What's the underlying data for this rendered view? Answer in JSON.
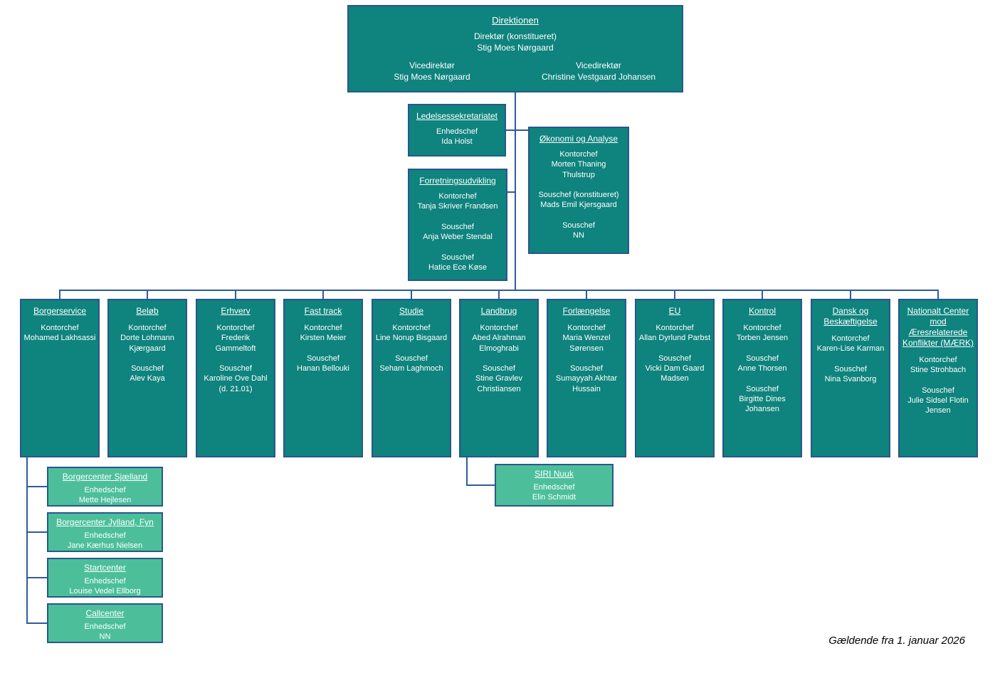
{
  "colors": {
    "primary_teal": "#0f837d",
    "secondary_mint": "#4cbf9a",
    "box_border_blue": "#29578c",
    "connector_blue": "#2e5b9b",
    "box_text": "#ffffff"
  },
  "direktionen": {
    "title": "Direktionen",
    "director": "Direktør (konstitueret)\nStig Moes Nørgaard",
    "vice_left": "Vicedirektør\nStig Moes Nørgaard",
    "vice_right": "Vicedirektør\nChristine Vestgaard Johansen"
  },
  "staff": {
    "ledelsessekretariat": {
      "title": "Ledelsessekretariatet",
      "body": "Enhedschef\nIda Holst"
    },
    "okonomi": {
      "title": "Økonomi og Analyse",
      "body": "Kontorchef\nMorten Thaning\nThulstrup\n\nSouschef (konstitueret)\nMads Emil Kjersgaard\n\nSouschef\nNN"
    },
    "forretningsudvikling": {
      "title": "Forretningsudvikling",
      "body": "Kontorchef\nTanja Skriver Frandsen\n\nSouschef\nAnja Weber Stendal\n\nSouschef\nHatice Ece Køse"
    }
  },
  "departments": [
    {
      "title": "Borgerservice",
      "body": "Kontorchef\nMohamed Lakhsassi"
    },
    {
      "title": "Beløb",
      "body": "Kontorchef\nDorte Lohmann\nKjærgaard\n\nSouschef\nAlev Kaya"
    },
    {
      "title": "Erhverv",
      "body": "Kontorchef\nFrederik\nGammeltoft\n\nSouschef\nKaroline Ove Dahl\n(d. 21.01)"
    },
    {
      "title": "Fast track",
      "body": "Kontorchef\nKirsten Meier\n\nSouschef\nHanan Bellouki"
    },
    {
      "title": "Studie",
      "body": "Kontorchef\nLine Norup Bisgaard\n\nSouschef\nSeham Laghmoch"
    },
    {
      "title": "Landbrug",
      "body": "Kontorchef\nAbed Alrahman\nElmoghrabi\n\nSouschef\nStine Gravlev\nChristiansen"
    },
    {
      "title": "Forlængelse",
      "body": "Kontorchef\nMaria Wenzel\nSørensen\n\nSouschef\nSumayyah Akhtar\nHussain"
    },
    {
      "title": "EU",
      "body": "Kontorchef\nAllan Dyrlund Parbst\n\nSouschef\nVicki Dam Gaard\nMadsen"
    },
    {
      "title": "Kontrol",
      "body": "Kontorchef\nTorben Jensen\n\nSouschef\nAnne Thorsen\n\nSouschef\nBirgitte Dines\nJohansen"
    },
    {
      "title": "Dansk og Beskæftigelse",
      "body": "Kontorchef\nKaren-Lise Karman\n\nSouschef\nNina Svanborg"
    },
    {
      "title": "Nationalt Center mod Æresrelaterede Konflikter (MÆRK)",
      "body": "Kontorchef\nStine Strohbach\n\nSouschef\nJulie Sidsel Flotin\nJensen"
    }
  ],
  "subunits": {
    "borgerservice": [
      {
        "title": "Borgercenter Sjælland",
        "body": "Enhedschef\nMette Hejlesen"
      },
      {
        "title": "Borgercenter Jylland, Fyn",
        "body": "Enhedschef\nJane Kærhus Nielsen"
      },
      {
        "title": "Startcenter",
        "body": "Enhedschef\nLouise Vedel Ellborg"
      },
      {
        "title": "Callcenter",
        "body": "Enhedschef\nNN"
      }
    ],
    "landbrug": [
      {
        "title": "SIRI Nuuk",
        "body": "Enhedschef\nElin Schmidt"
      }
    ]
  },
  "footer": {
    "note": "Gældende fra 1. januar 2026"
  }
}
